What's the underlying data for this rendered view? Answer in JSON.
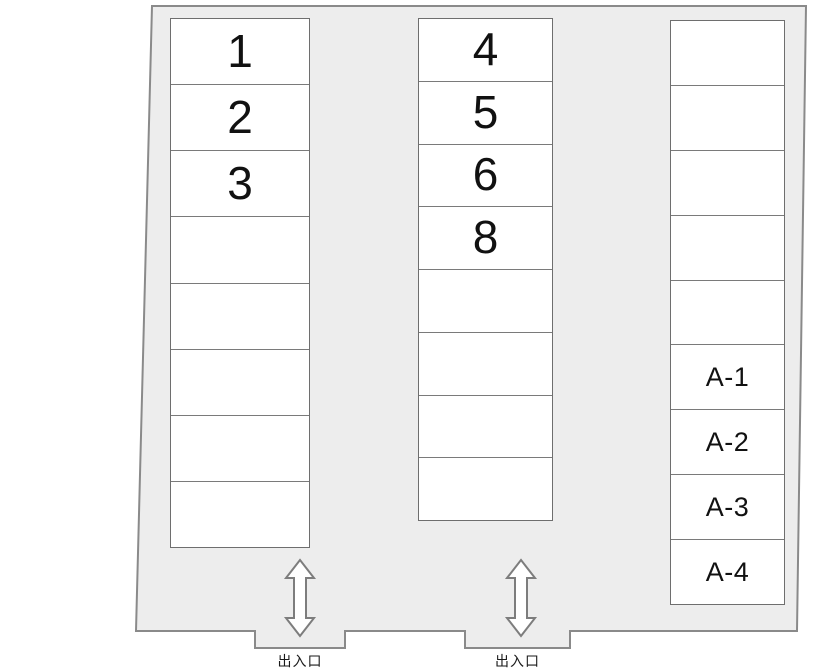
{
  "diagram": {
    "title": "parking-lot-layout",
    "colors": {
      "lot_fill": "#ededed",
      "lot_border": "#8a8a8a",
      "stall_fill": "#ffffff",
      "stall_border": "#6e6e6e",
      "stall_divider": "#7a7a7a",
      "arrow_fill": "#ffffff",
      "arrow_border": "#7d7d7d",
      "label_text": "#1a1a1a",
      "page_background": "#ffffff"
    }
  },
  "columns": [
    {
      "name": "left-column",
      "stalls": [
        {
          "label": "1"
        },
        {
          "label": "2"
        },
        {
          "label": "3"
        },
        {
          "label": ""
        },
        {
          "label": ""
        },
        {
          "label": ""
        },
        {
          "label": ""
        },
        {
          "label": ""
        }
      ]
    },
    {
      "name": "middle-column",
      "stalls": [
        {
          "label": "4"
        },
        {
          "label": "5"
        },
        {
          "label": "6"
        },
        {
          "label": "8"
        },
        {
          "label": ""
        },
        {
          "label": ""
        },
        {
          "label": ""
        },
        {
          "label": ""
        }
      ]
    },
    {
      "name": "right-column",
      "stalls": [
        {
          "label": ""
        },
        {
          "label": ""
        },
        {
          "label": ""
        },
        {
          "label": ""
        },
        {
          "label": ""
        },
        {
          "label": "A-1"
        },
        {
          "label": "A-2"
        },
        {
          "label": "A-3"
        },
        {
          "label": "A-4"
        }
      ]
    }
  ],
  "entrances": [
    {
      "name": "entrance-left",
      "label": "出入口",
      "icon": "double-arrow-vertical-icon"
    },
    {
      "name": "entrance-right",
      "label": "出入口",
      "icon": "double-arrow-vertical-icon"
    }
  ]
}
